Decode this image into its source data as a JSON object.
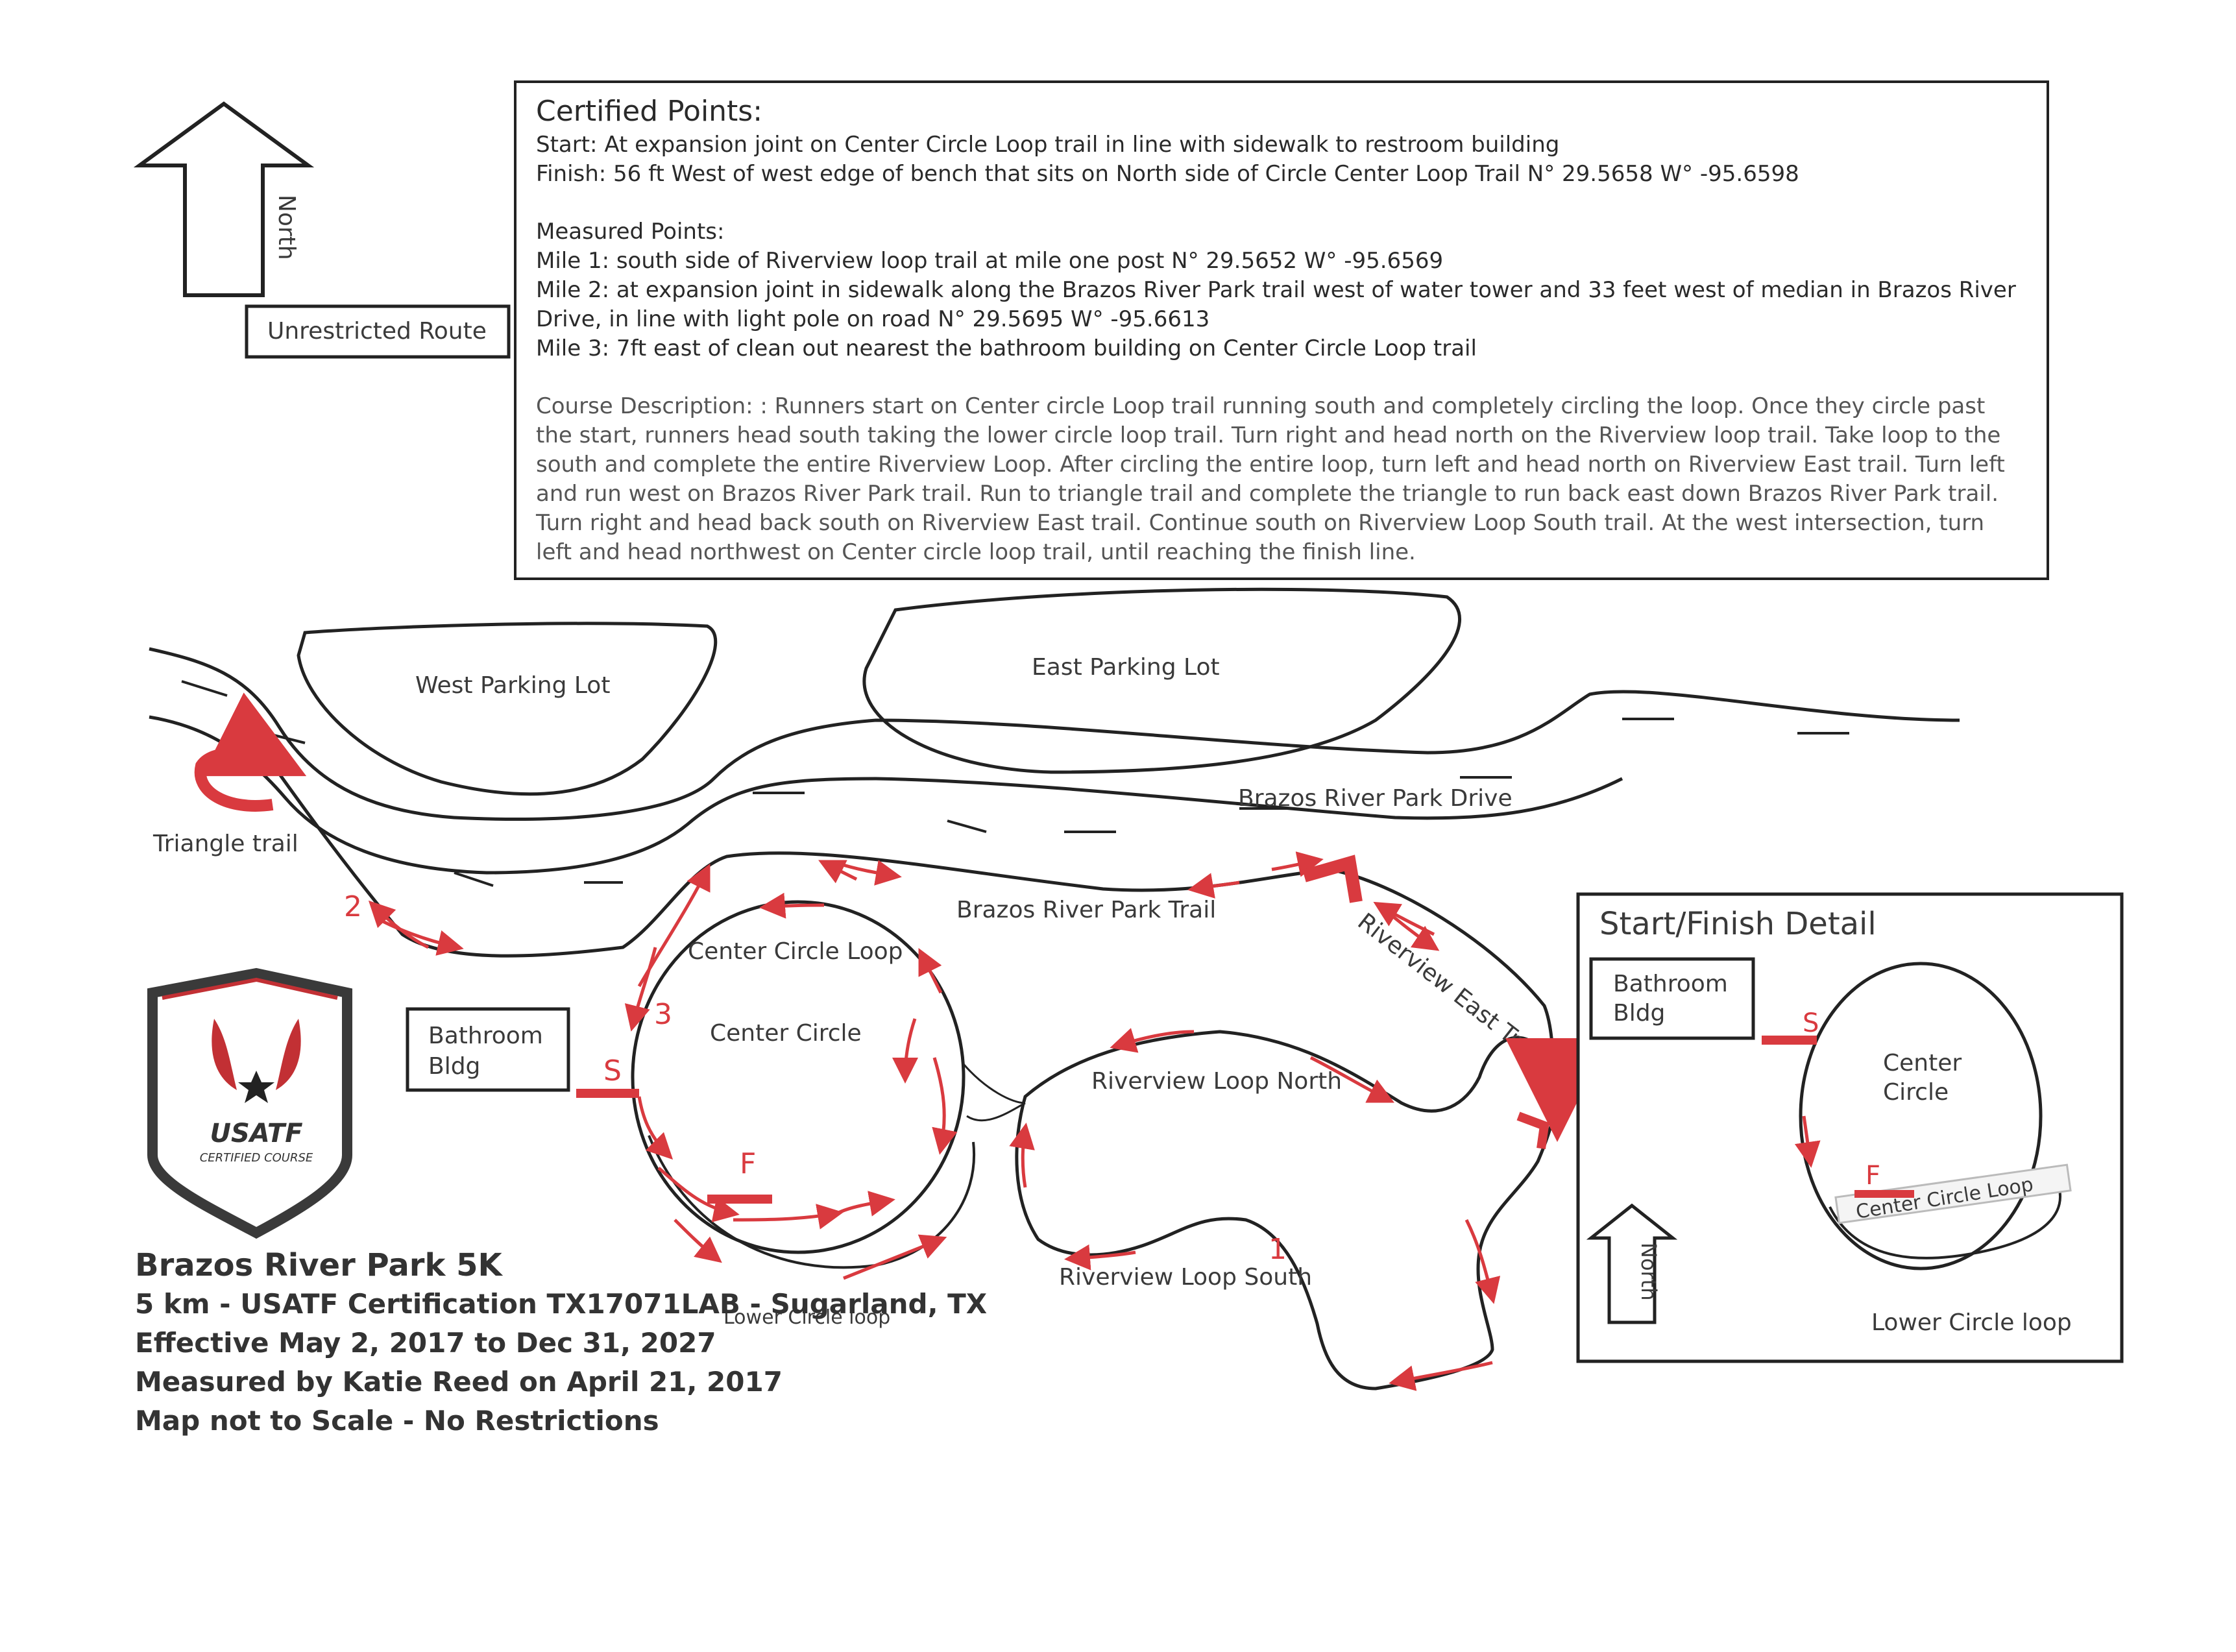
{
  "cert_box": {
    "heading": "Certified Points:",
    "start": "Start: At expansion joint on Center Circle Loop trail in line with sidewalk to restroom building",
    "finish": "Finish: 56 ft West of west edge of bench that sits on North side of Circle Center Loop Trail N° 29.5658 W° -95.6598",
    "measured_heading": "Measured Points:",
    "mile1": "Mile 1: south side of Riverview loop trail at mile one post N° 29.5652 W° -95.6569",
    "mile2a": "Mile 2: at expansion joint in sidewalk along the Brazos River Park trail west of water tower and 33 feet west of median in Brazos River",
    "mile2b": "Drive, in line with light pole on road N° 29.5695 W° -95.6613",
    "mile3": "Mile 3: 7ft east of clean out nearest the bathroom building on Center Circle Loop trail",
    "desc1": "Course Description: : Runners start on Center circle Loop trail running south and completely circling the loop. Once they circle past",
    "desc2": "the start, runners head south taking the lower circle loop trail. Turn right and head north on the Riverview loop trail. Take loop to the",
    "desc3": "south and complete the entire Riverview Loop. After circling the entire loop, turn left and head north on Riverview East trail. Turn left",
    "desc4": "and run west on Brazos River Park trail. Run to triangle trail and complete the triangle to run back east down Brazos River Park trail.",
    "desc5": "Turn right and head back south on Riverview East trail. Continue south on Riverview Loop South trail. At the west intersection, turn",
    "desc6": "left and head northwest on Center circle loop trail, until reaching the finish line."
  },
  "north_label": "North",
  "unrestricted_label": "Unrestricted Route",
  "map_labels": {
    "west_parking": "West Parking Lot",
    "east_parking": "East Parking Lot",
    "park_drive": "Brazos River Park Drive",
    "park_trail": "Brazos River Park Trail",
    "triangle": "Triangle trail",
    "center_loop": "Center Circle Loop",
    "center_circle": "Center Circle",
    "riverview_north": "Riverview Loop North",
    "riverview_south": "Riverview Loop South",
    "riverview_east": "Riverview East Trail",
    "bathroom_line1": "Bathroom",
    "bathroom_line2": "Bldg",
    "lower_circle": "Lower Circle loop",
    "start_marker": "S",
    "finish_marker": "F",
    "mile1": "1",
    "mile2": "2",
    "mile3": "3"
  },
  "detail": {
    "title": "Start/Finish Detail",
    "bathroom_line1": "Bathroom",
    "bathroom_line2": "Bldg",
    "center_line1": "Center",
    "center_line2": "Circle",
    "center_loop": "Center Circle Loop",
    "lower_loop": "Lower Circle loop",
    "north": "North",
    "start": "S",
    "finish": "F"
  },
  "logo": {
    "name": "USATF",
    "sub": "CERTIFIED COURSE"
  },
  "title_block": {
    "line1": "Brazos River Park 5K",
    "line2": "5 km - USATF Certification TX17071LAB - Sugarland, TX",
    "line3": "Effective May 2, 2017 to Dec 31, 2027",
    "line4": "Measured by Katie Reed on April 21, 2017",
    "line5": "Map not to Scale - No Restrictions"
  },
  "colors": {
    "route": "#d93a3f",
    "line": "#222222"
  }
}
